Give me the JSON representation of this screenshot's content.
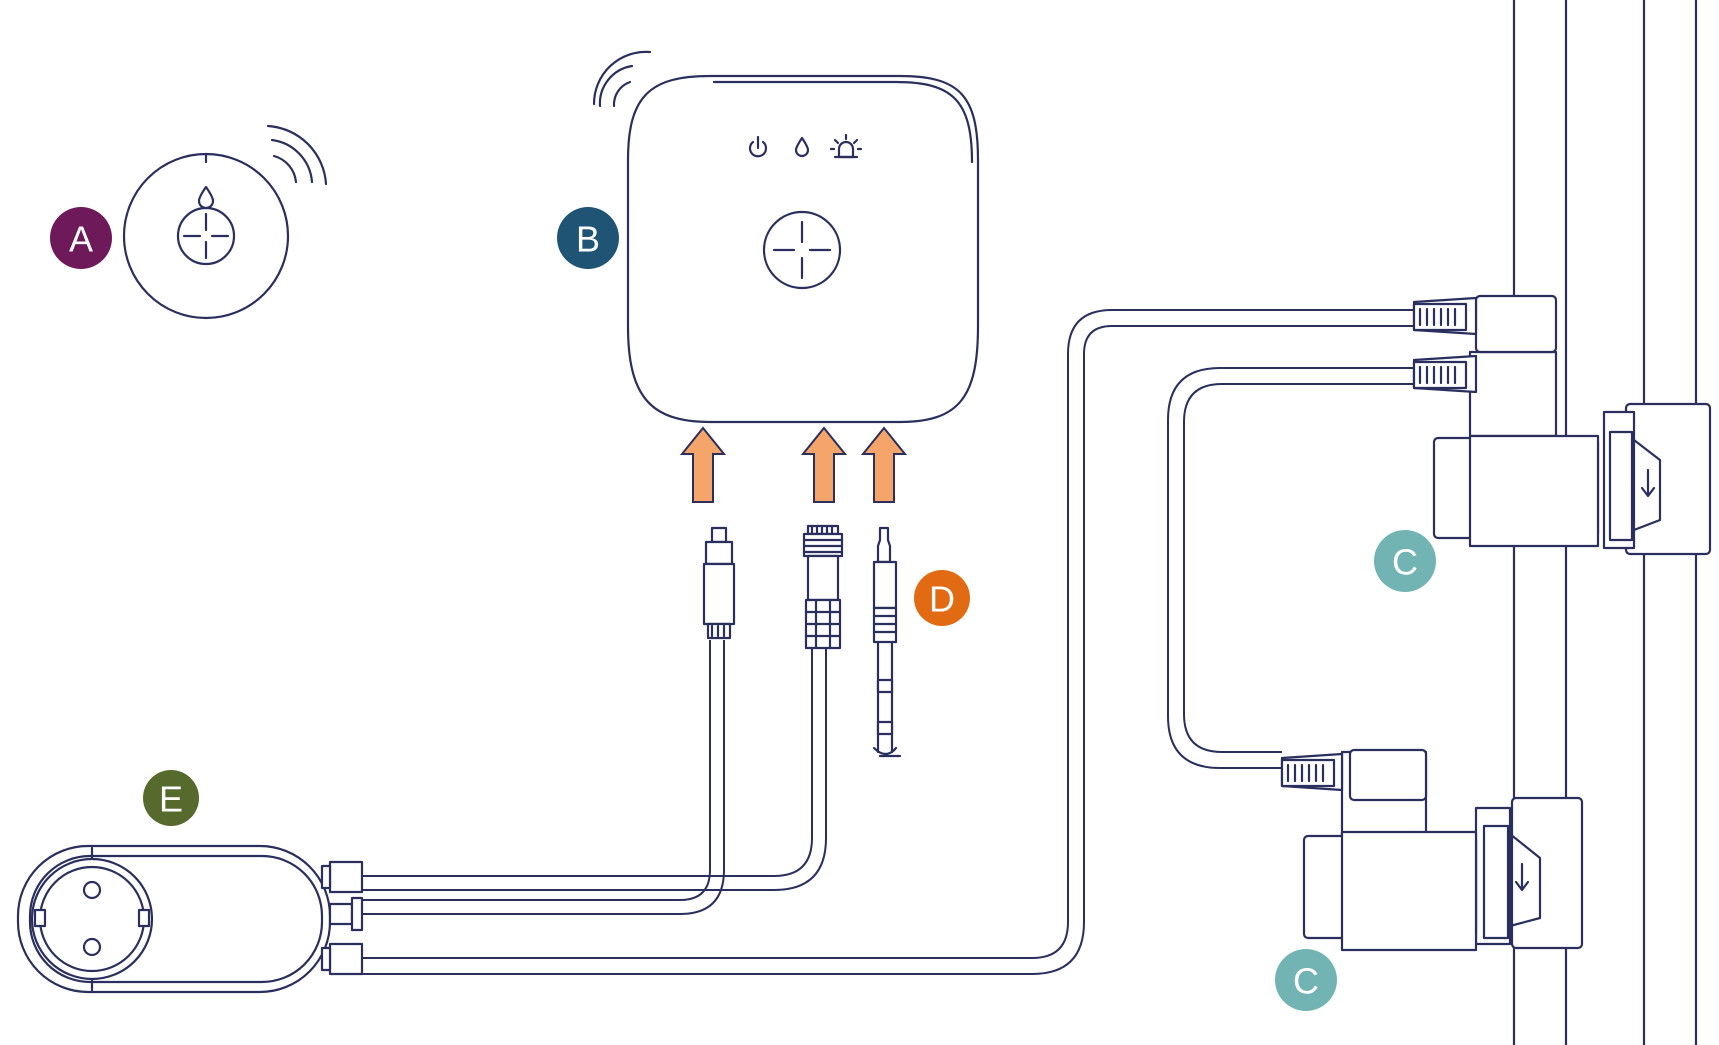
{
  "badges": {
    "a": {
      "label": "A",
      "color": "#6e1a5a"
    },
    "b": {
      "label": "B",
      "color": "#1f5475"
    },
    "c_top": {
      "label": "C",
      "color": "#72b3b3"
    },
    "c_bottom": {
      "label": "C",
      "color": "#72b3b3"
    },
    "d": {
      "label": "D",
      "color": "#e26a12"
    },
    "e": {
      "label": "E",
      "color": "#566a2d"
    }
  },
  "colors": {
    "line": "#2a2f5e",
    "arrow_fill": "#f6a56a"
  },
  "icons": {
    "hub_status": [
      "power-icon",
      "water-drop-icon",
      "alarm-light-icon"
    ],
    "sensor_status": [
      "water-drop-icon"
    ],
    "wireless": [
      "wifi-signal-icon"
    ]
  }
}
